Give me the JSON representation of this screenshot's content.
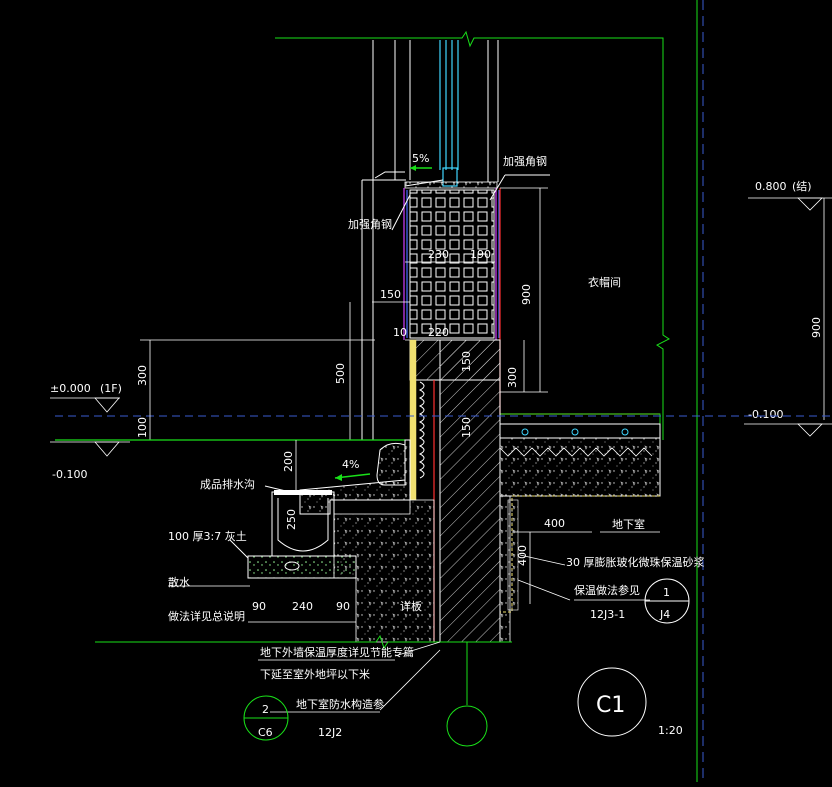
{
  "colors": {
    "background": "#000000",
    "green": "#19e019",
    "white": "#ffffff",
    "red": "#ff3030",
    "cyan": "#3fd6ff",
    "blue": "#4a6bff",
    "magenta": "#d040ff",
    "yellow": "#f0e070",
    "dashed_blue": "#3a5bd0",
    "hatch": "#d8d8d8"
  },
  "labels": {
    "slope_top": "5%",
    "reinforced_angle_right": "加强角钢",
    "reinforced_angle_left": "加强角钢",
    "dim_230": "230",
    "dim_190": "190",
    "dim_150_left": "150",
    "dim_10": "10",
    "dim_220": "220",
    "dim_900_mid": "900",
    "dim_500": "500",
    "dim_150_vert_a": "150",
    "dim_150_vert_b": "150",
    "dim_300_right": "300",
    "cloakroom": "衣帽间",
    "elev_0800": "0.800",
    "elev_0800_note": "(结)",
    "dim_900_far": "900",
    "elev_minus_0100_right": "-0.100",
    "elev_0000": "±0.000",
    "elev_0000_floor": "(1F)",
    "dim_300_left": "300",
    "dim_100_left": "100",
    "elev_minus_0100_left": "-0.100",
    "dim_200": "200",
    "slope_4": "4%",
    "drain_channel": "成品排水沟",
    "dim_250": "250",
    "lime_soil": "100 厚3:7 灰土",
    "apron": "散水",
    "apron_note": "做法详见总说明",
    "dim_90_a": "90",
    "dim_240": "240",
    "dim_90_b": "90",
    "cement_board": "详板",
    "basement": "地下室",
    "dim_400_h": "400",
    "dim_400_v": "400",
    "insulation_mortar": "30 厚膨胀玻化微珠保温砂浆",
    "insulation_ref": "保温做法参见",
    "insulation_ref_code": "12J3-1",
    "callout1_top": "1",
    "callout1_bottom": "J4",
    "basement_wall_note1": "地下外墙保温厚度详见节能专篇",
    "basement_wall_note2": "下延至室外地坪以下米",
    "waterproof_note": "地下室防水构造参",
    "callout2_top": "2",
    "callout2_bottom": "C6",
    "callout2_ref": "12J2",
    "detail_id": "C1",
    "scale": "1:20"
  }
}
